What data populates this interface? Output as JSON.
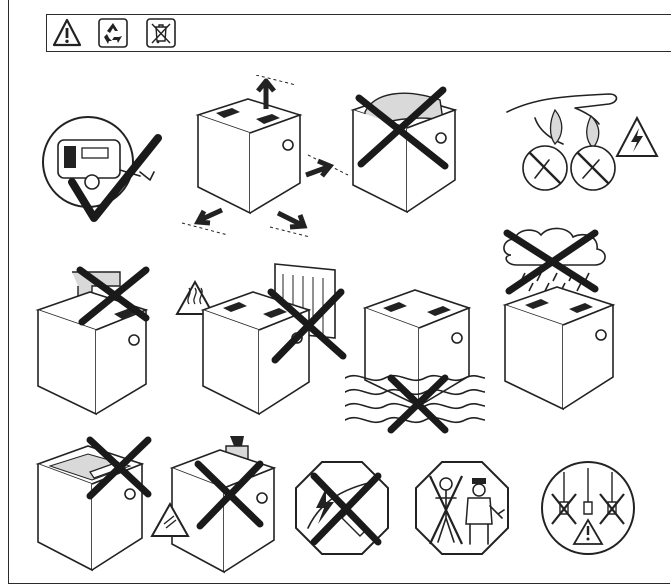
{
  "header": {
    "icons": [
      "warning-triangle-icon",
      "recycling-icon",
      "crossed-out-bin-icon"
    ]
  },
  "rows": [
    [
      "caravan-checkmark",
      "cooler-transport-arrows",
      "cooler-lid-cover-prohibited",
      "wet-hands-electric-shock-warning"
    ],
    [
      "cooler-under-tap-prohibited",
      "cooler-near-heater-prohibited",
      "cooler-immersed-in-water-prohibited",
      "cooler-in-rain-prohibited"
    ],
    [
      "cooler-interior-spray-prohibited",
      "cooler-solvent-cleaning-prohibited",
      "damaged-cable-prohibited",
      "qualified-service-person",
      "correct-plug-socket"
    ]
  ],
  "colors": {
    "ink": "#222222",
    "paper": "#ffffff",
    "panel": "#d9d9d9"
  }
}
